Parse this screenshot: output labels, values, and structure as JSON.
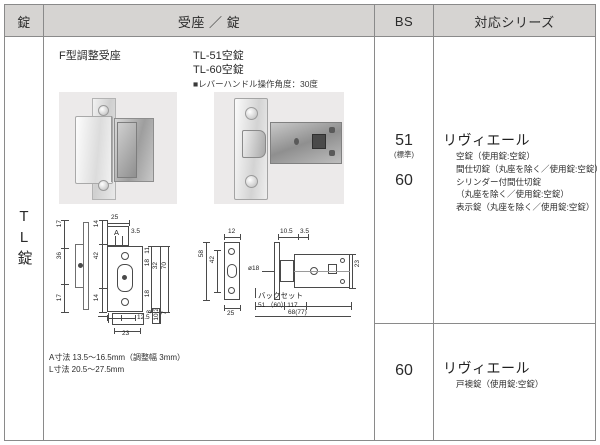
{
  "header": {
    "col_lock": "錠",
    "col_parts": "受座 ／ 錠",
    "col_bs": "BS",
    "col_series": "対応シリーズ"
  },
  "left_column": {
    "label": "TL錠"
  },
  "products": {
    "strike": {
      "caption": "F型調整受座"
    },
    "latch": {
      "caption_line1": "TL-51空錠",
      "caption_line2": "TL-60空錠",
      "note": "■レバーハンドル操作角度：30度"
    }
  },
  "strike_drawing": {
    "top_width": "25",
    "top_letter": "A",
    "top_thickness": "3.5",
    "left_upper": "17",
    "left_mid": "36",
    "left_lower": "17",
    "mid_upper": "14",
    "mid_center": "42",
    "mid_lower": "14",
    "right_11": "11",
    "right_18": "18",
    "right_32": "32",
    "right_70": "70",
    "bottom_125": "12.5",
    "detail_23": "23",
    "detail_3": "3",
    "detail_102": "10.2",
    "detail_7": "7"
  },
  "latch_drawing": {
    "front_w": "12",
    "front_h_outer": "58",
    "front_h_inner": "42",
    "front_bottom": "25",
    "hub_dia": "ø18",
    "plate_105": "10.5",
    "plate_35": "3.5",
    "backset_label": "バックセット",
    "backset_value": "51 （60）117",
    "overall_value": "68(77)",
    "case_h": "23"
  },
  "notes": {
    "a_dim": "A寸法 13.5〜16.5mm（調整幅 3mm）",
    "l_dim": "L寸法 20.5〜27.5mm"
  },
  "rows": [
    {
      "bs_primary": "51",
      "bs_primary_sub": "(標準)",
      "bs_secondary": "60",
      "series_title": "リヴィエール",
      "series_items": [
        "空錠（使用錠:空錠）",
        "間仕切錠（丸座を除く／使用錠:空錠）",
        "シリンダー付間仕切錠",
        "（丸座を除く／使用錠:空錠）",
        "表示錠（丸座を除く／使用錠:空錠）"
      ]
    },
    {
      "bs_primary": "60",
      "bs_primary_sub": "",
      "bs_secondary": "",
      "series_title": "リヴィエール",
      "series_items": [
        "戸襖錠（使用錠:空錠）"
      ]
    }
  ],
  "colors": {
    "header_bg": "#d6d4d2",
    "border": "#8a8a8a",
    "photo_bg": "#eceaea",
    "text": "#231f20"
  }
}
